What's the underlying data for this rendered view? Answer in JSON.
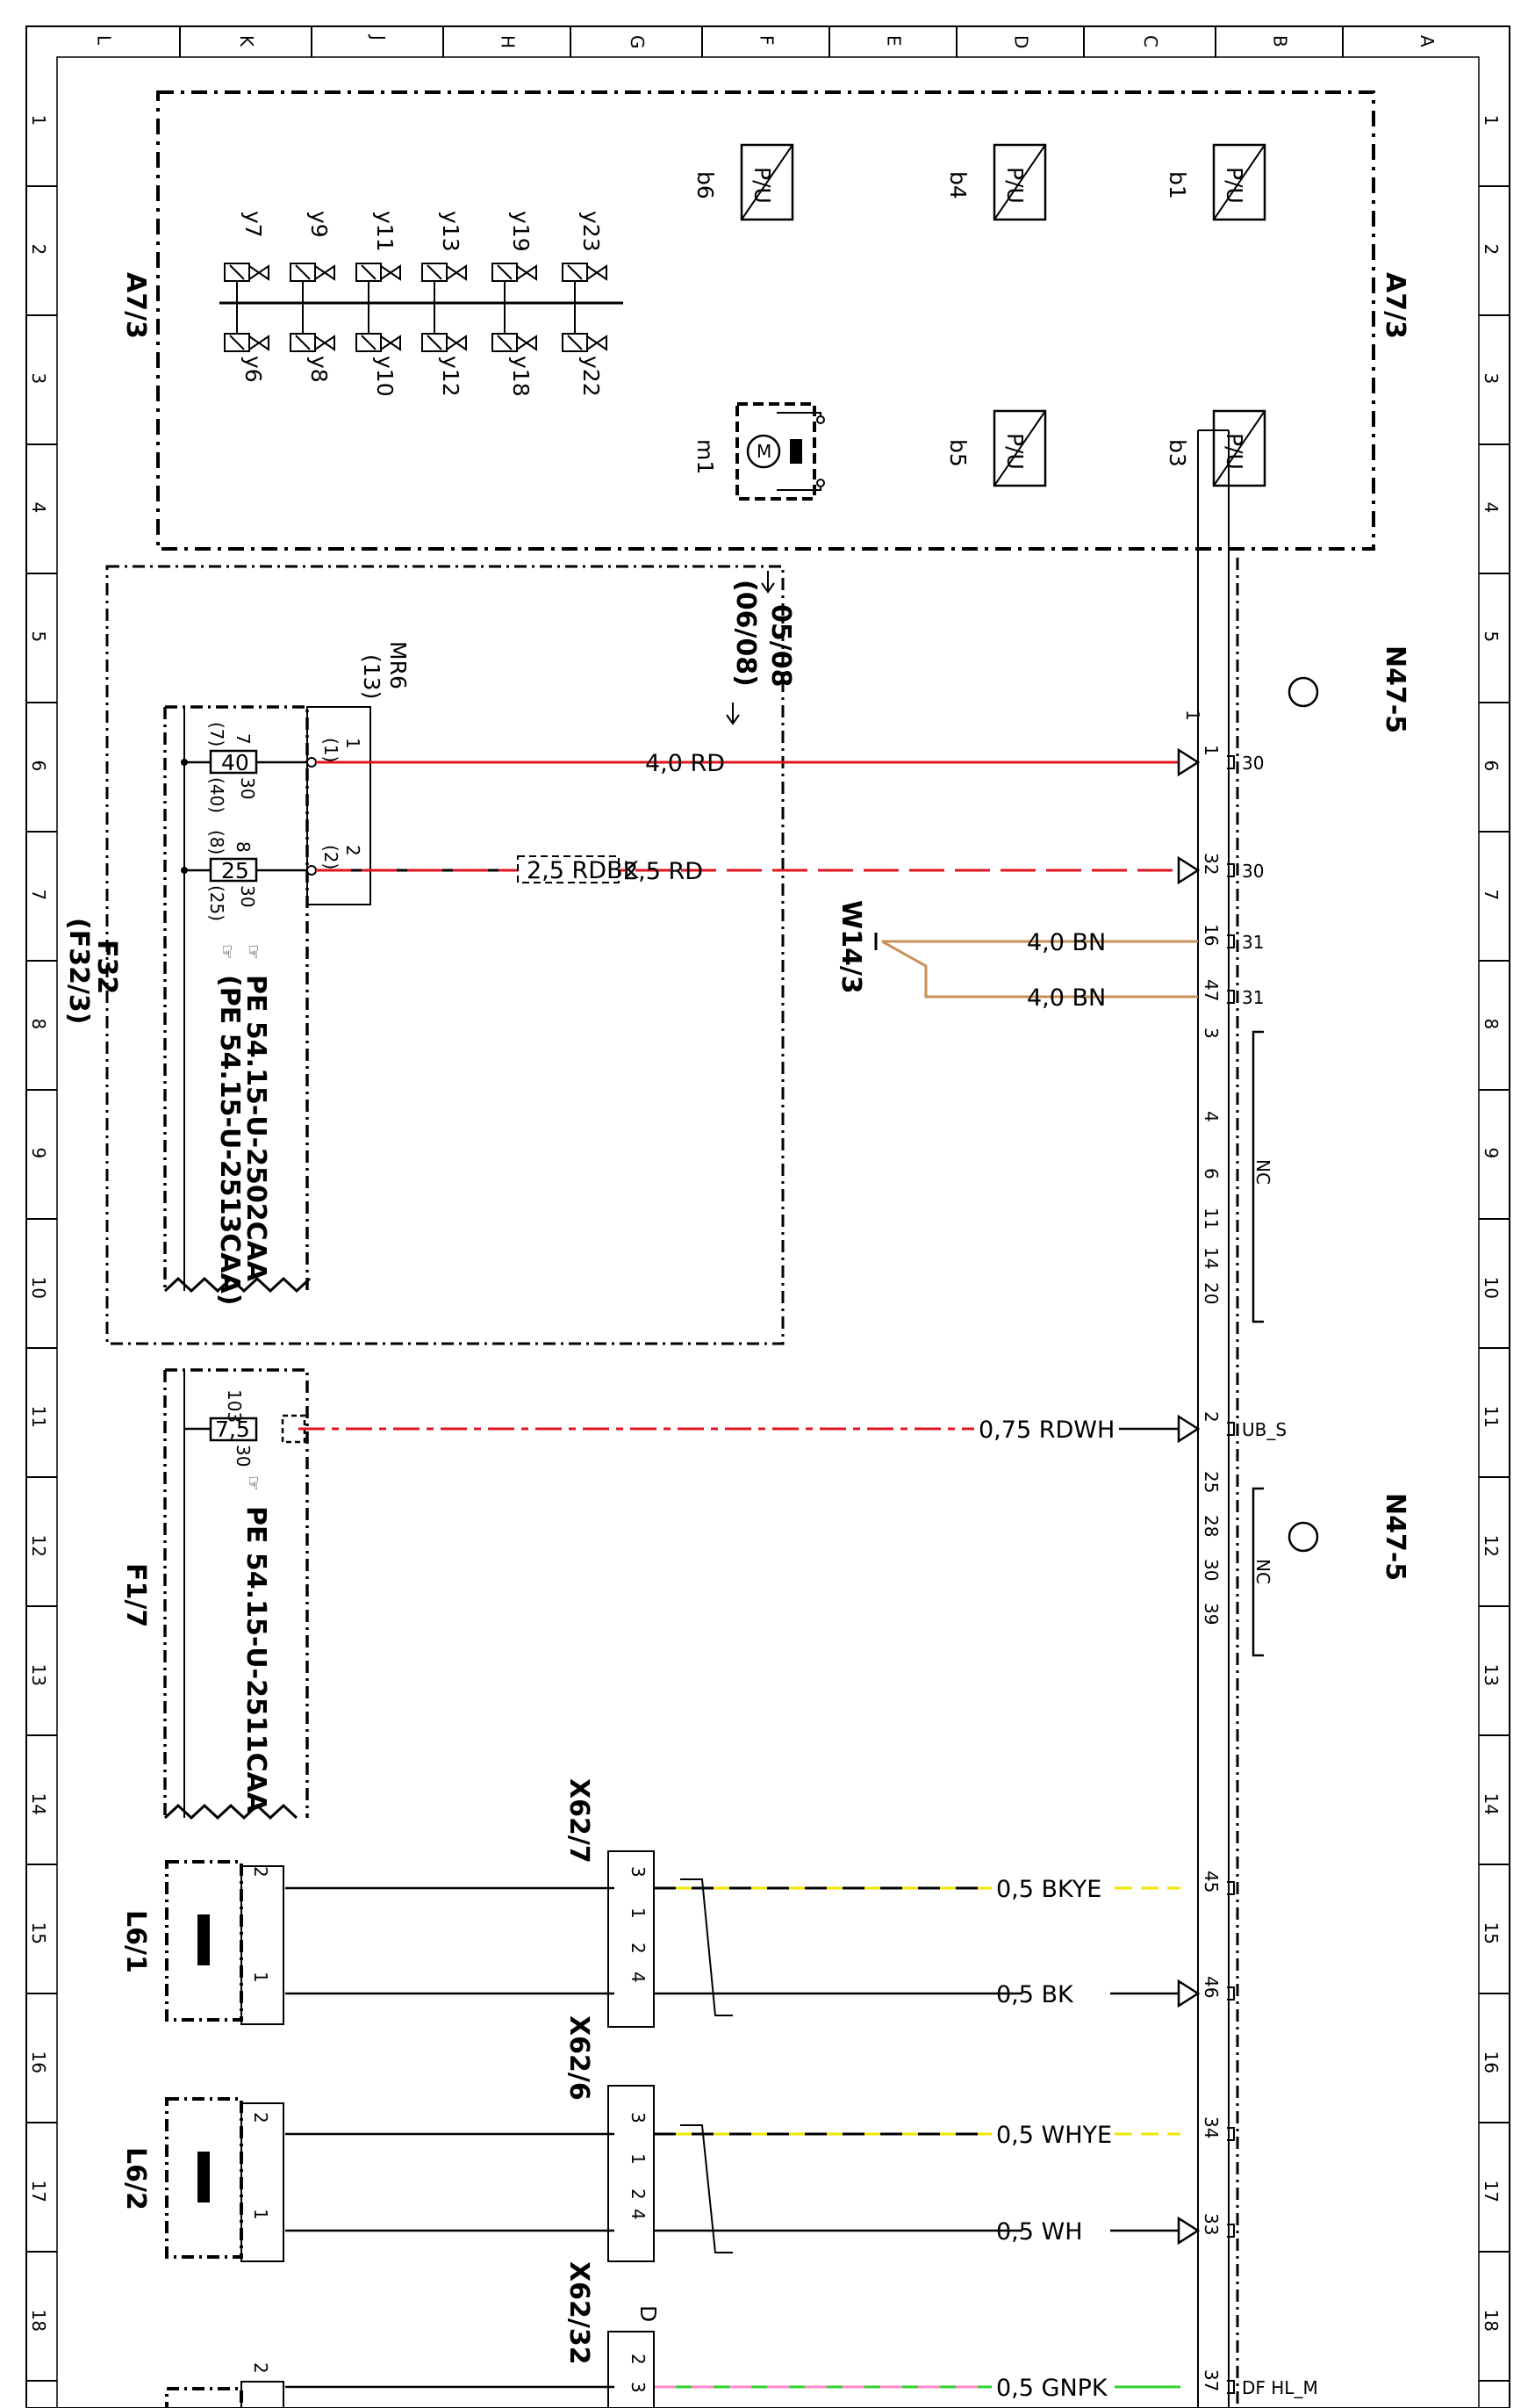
{
  "border": {
    "columns": [
      "L",
      "K",
      "J",
      "H",
      "G",
      "F",
      "E",
      "D",
      "C",
      "B",
      "A"
    ],
    "rows": [
      "1",
      "2",
      "3",
      "4",
      "5",
      "6",
      "7",
      "8",
      "9",
      "10",
      "11",
      "12",
      "13",
      "14",
      "15",
      "16",
      "17",
      "18"
    ]
  },
  "components": {
    "a7_3": "A7/3",
    "sensors": [
      "b6",
      "b4",
      "b1",
      "b5",
      "b3"
    ],
    "motor": "m1",
    "motor_symbol": "M",
    "valves_top": [
      "y7",
      "y9",
      "y11",
      "y13",
      "y19",
      "y23"
    ],
    "valves_bottom": [
      "y6",
      "y8",
      "y10",
      "y12",
      "y18",
      "y22"
    ],
    "pu_symbol": "P/U",
    "f32": "F32",
    "f32_alt": "(F32/3)",
    "f1_7": "F1/7",
    "mr6": "MR6",
    "mr6_pins": "(13)",
    "ref_page": "05/08",
    "ref_page2": "(06/08)",
    "n47_5": "N47-5",
    "w14_3": "W14/3",
    "x62_7": "X62/7",
    "x62_6": "X62/6",
    "x62_32": "X62/32",
    "x62_32_d": "D",
    "l6_1": "L6/1",
    "l6_2": "L6/2",
    "pe_2502": "PE  54.15-U-2502CAA",
    "pe_2513": "(PE  54.15-U-2513CAA)",
    "pe_2511": "PE  54.15-U-2511CAA",
    "pe_icon": "☞"
  },
  "fuses": {
    "f40": {
      "value": "40",
      "top": "7",
      "alt_top": "(7)",
      "bot": "(40)",
      "bot2": "30"
    },
    "f25": {
      "value": "25",
      "top": "8",
      "alt_top": "(8)",
      "bot": "(25)",
      "bot2": "30"
    },
    "f7_5": {
      "value": "7,5",
      "top": "103",
      "bot": "30"
    }
  },
  "mr6_terminals": {
    "t1": "1",
    "t1b": "(1)",
    "t2": "2",
    "t2b": "(2)"
  },
  "wires": {
    "w1": "4,0  RD",
    "w2a": "2,5  RDBK",
    "w2b": "2,5  RD",
    "w3": "4,0  BN",
    "w4": "4,0  BN",
    "w5": "0,75  RDWH",
    "w6": "0,5  BKYE",
    "w7": "0,5  BK",
    "w8": "0,5  WHYE",
    "w9": "0,5  WH",
    "w10": "0,5  GNPK"
  },
  "connector_pins": {
    "pin_top": "1",
    "p1": "1",
    "p32": "32",
    "p16": "16",
    "p47": "47",
    "nc_group1": [
      "3",
      "4",
      "6",
      "11",
      "14",
      "20"
    ],
    "p2": "2",
    "nc_group2": [
      "25",
      "28",
      "30",
      "39"
    ],
    "p45": "45",
    "p46": "46",
    "p34": "34",
    "p33": "33",
    "p37": "37"
  },
  "pin_functions": {
    "f30a": "30",
    "f30b": "30",
    "f31a": "31",
    "f31b": "31",
    "nc": "NC",
    "ub": "UB_S",
    "df": "DF HL_M"
  },
  "x62_pins": {
    "a": "3",
    "b": "1",
    "c": "2",
    "d": "4",
    "e": "2",
    "f": "3"
  },
  "coil_pins": {
    "a": "2",
    "b": "1"
  },
  "colors": {
    "red": "#e0151f",
    "brown": "#c89058",
    "yellow": "#f2e600",
    "green": "#2fd22f",
    "pink": "#ff88c8",
    "black": "#000000"
  }
}
